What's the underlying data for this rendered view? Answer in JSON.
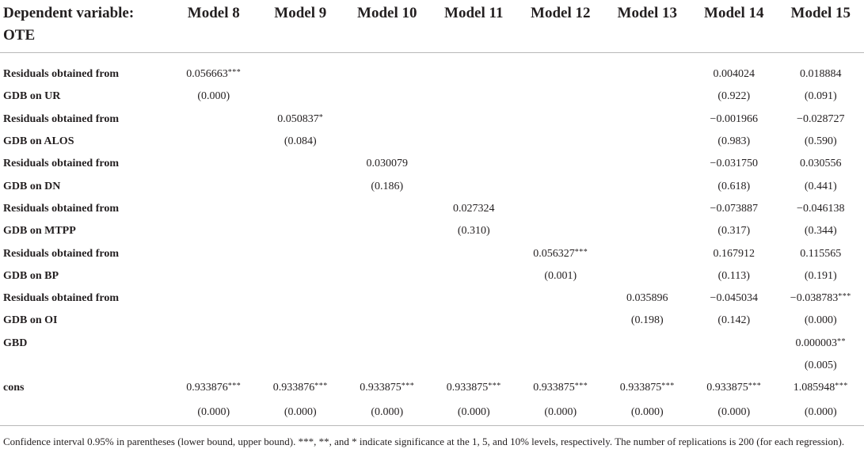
{
  "header": {
    "dep_var_line1": "Dependent variable:",
    "dep_var_line2": "OTE",
    "models": [
      "Model 8",
      "Model 9",
      "Model 10",
      "Model 11",
      "Model 12",
      "Model 13",
      "Model 14",
      "Model 15"
    ]
  },
  "rows": [
    {
      "label": "Residuals obtained from",
      "cells": [
        "0.056663***",
        "",
        "",
        "",
        "",
        "",
        "0.004024",
        "0.018884"
      ]
    },
    {
      "label": "GDB on UR",
      "cells": [
        "(0.000)",
        "",
        "",
        "",
        "",
        "",
        "(0.922)",
        "(0.091)"
      ]
    },
    {
      "label": "Residuals obtained from",
      "cells": [
        "",
        "0.050837*",
        "",
        "",
        "",
        "",
        "−0.001966",
        "−0.028727"
      ]
    },
    {
      "label": "GDB on ALOS",
      "cells": [
        "",
        "(0.084)",
        "",
        "",
        "",
        "",
        "(0.983)",
        "(0.590)"
      ]
    },
    {
      "label": "Residuals obtained from",
      "cells": [
        "",
        "",
        "0.030079",
        "",
        "",
        "",
        "−0.031750",
        "0.030556"
      ]
    },
    {
      "label": "GDB on DN",
      "cells": [
        "",
        "",
        "(0.186)",
        "",
        "",
        "",
        "(0.618)",
        "(0.441)"
      ]
    },
    {
      "label": "Residuals obtained from",
      "cells": [
        "",
        "",
        "",
        "0.027324",
        "",
        "",
        "−0.073887",
        "−0.046138"
      ]
    },
    {
      "label": "GDB on MTPP",
      "cells": [
        "",
        "",
        "",
        "(0.310)",
        "",
        "",
        "(0.317)",
        "(0.344)"
      ]
    },
    {
      "label": "Residuals obtained from",
      "cells": [
        "",
        "",
        "",
        "",
        "0.056327***",
        "",
        "0.167912",
        "0.115565"
      ]
    },
    {
      "label": "GDB on BP",
      "cells": [
        "",
        "",
        "",
        "",
        "(0.001)",
        "",
        "(0.113)",
        "(0.191)"
      ]
    },
    {
      "label": "Residuals obtained from",
      "cells": [
        "",
        "",
        "",
        "",
        "",
        "0.035896",
        "−0.045034",
        "−0.038783***"
      ]
    },
    {
      "label": "GDB on OI",
      "cells": [
        "",
        "",
        "",
        "",
        "",
        "(0.198)",
        "(0.142)",
        "(0.000)"
      ]
    },
    {
      "label": "GBD",
      "cells": [
        "",
        "",
        "",
        "",
        "",
        "",
        "",
        "0.000003**"
      ]
    },
    {
      "label": "",
      "cells": [
        "",
        "",
        "",
        "",
        "",
        "",
        "",
        "(0.005)"
      ]
    },
    {
      "label": "cons",
      "cells": [
        "0.933876***",
        "0.933876***",
        "0.933875***",
        "0.933875***",
        "0.933875***",
        "0.933875***",
        "0.933875***",
        "1.085948***"
      ]
    },
    {
      "label": "",
      "cells": [
        "(0.000)",
        "(0.000)",
        "(0.000)",
        "(0.000)",
        "(0.000)",
        "(0.000)",
        "(0.000)",
        "(0.000)"
      ]
    }
  ],
  "note": "Confidence interval 0.95% in parentheses (lower bound, upper bound). ***, **, and * indicate significance at the 1, 5, and 10% levels, respectively. The number of replications is 200 (for each regression)."
}
